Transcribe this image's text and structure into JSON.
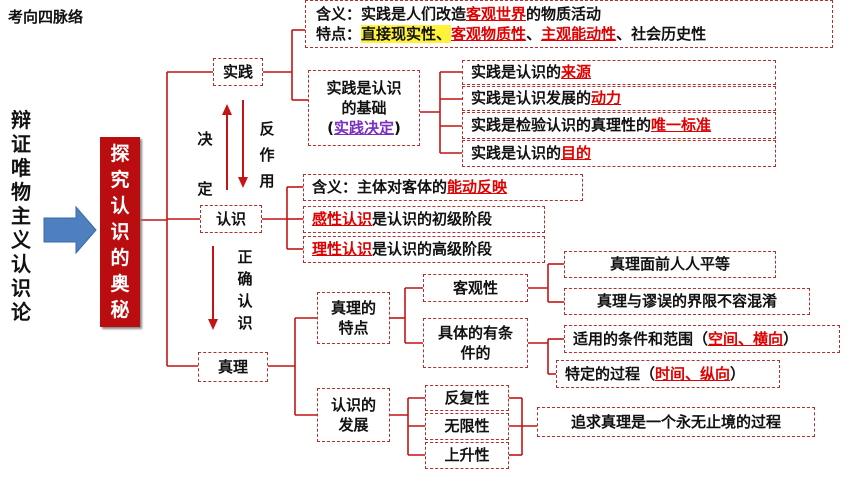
{
  "header": "考向四脉络",
  "side_title": [
    "辩",
    "证",
    "唯",
    "物",
    "主",
    "义",
    "认",
    "识",
    "论"
  ],
  "topic": [
    "探",
    "究",
    "认",
    "识",
    "的",
    "奥",
    "秘"
  ],
  "colors": {
    "line": "#c41414",
    "accent": "#e00000",
    "topic_bg": "#b90d10",
    "arrow": "#4e7fbf",
    "purple": "#7a2fc0",
    "highlight": "#fff23a"
  },
  "nodes": {
    "practice": "实践",
    "cognition": "认识",
    "truth": "真理"
  },
  "labels": {
    "decide": [
      "决",
      "定"
    ],
    "react": [
      "反",
      "作",
      "用"
    ],
    "correct": [
      "正",
      "确",
      "认",
      "识"
    ]
  },
  "practice_def": {
    "def_prefix": "含义：实践是人们改造",
    "def_red": "客观世界",
    "def_suffix": "的物质活动",
    "traits_prefix": "特点：",
    "trait1": "直接现实性",
    "sep1": "、",
    "trait2": "客观物质性",
    "sep2": "、",
    "trait3": "主观能动性",
    "sep3": "、",
    "trait4": "社会历史性"
  },
  "practice_basis": {
    "line1": "实践是认识",
    "line2": "的基础",
    "note_open": "(",
    "note": "实践决定",
    "note_close": ")"
  },
  "basis_items": [
    {
      "prefix": "实践是认识的",
      "red": "来源"
    },
    {
      "prefix": "实践是认识发展的",
      "red": "动力"
    },
    {
      "prefix": "实践是检验认识的真理性的",
      "red": "唯一标准"
    },
    {
      "prefix": "实践是认识的",
      "red": "目的"
    }
  ],
  "cognition_items": {
    "def_prefix": "含义：主体对客体的",
    "def_red": "能动反映",
    "perceptual_red": "感性认识",
    "perceptual_rest": " 是认识的初级阶段",
    "rational_red": "理性认识",
    "rational_rest": " 是认识的高级阶段"
  },
  "truth_tree": {
    "features_l1": "真理的",
    "features_l2": "特点",
    "objective": "客观性",
    "concrete_l1": "具体的有条",
    "concrete_l2": "件的",
    "obj_item1": "真理面前人人平等",
    "obj_item2": "真理与谬误的界限不容混淆",
    "cond_prefix1": "适用的条件和范围（",
    "cond_red1": "空间、横向",
    "cond_suffix1": "）",
    "cond_prefix2": "特定的过程（",
    "cond_red2": "时间、纵向",
    "cond_suffix2": "）",
    "dev_l1": "认识的",
    "dev_l2": "发展",
    "repeat": "反复性",
    "infinite": "无限性",
    "rising": "上升性",
    "pursuit": "追求真理是一个永无止境的过程"
  }
}
